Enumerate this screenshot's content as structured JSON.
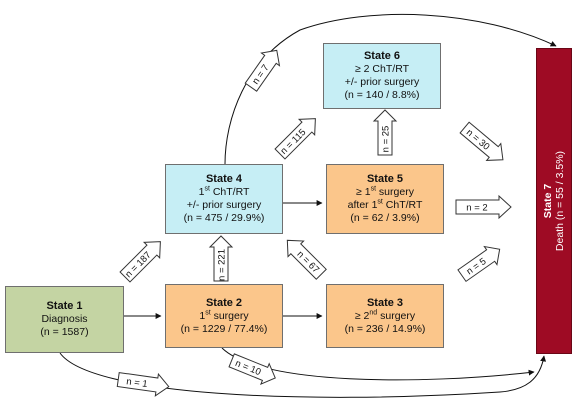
{
  "states": {
    "s1": {
      "title": "State 1",
      "line1": "Diagnosis",
      "line2": "(n = 1587)"
    },
    "s2": {
      "title": "State 2",
      "line1_pre": "1",
      "line1_sup": "st",
      "line1_post": " surgery",
      "line2": "(n = 1229 / 77.4%)"
    },
    "s3": {
      "title": "State 3",
      "line1_pre": "≥ 2",
      "line1_sup": "nd",
      "line1_post": " surgery",
      "line2": "(n = 236 / 14.9%)"
    },
    "s4": {
      "title": "State 4",
      "line1_pre": "1",
      "line1_sup": "st",
      "line1_post": " ChT/RT",
      "line2": "+/- prior surgery",
      "line3": "(n = 475 / 29.9%)"
    },
    "s5": {
      "title": "State 5",
      "line1_pre": "≥ 1",
      "line1_sup": "st",
      "line1_post": " surgery",
      "line2_pre": "after 1",
      "line2_sup": "st",
      "line2_post": " ChT/RT",
      "line3": "(n = 62 / 3.9%)"
    },
    "s6": {
      "title": "State 6",
      "line1": "≥ 2 ChT/RT",
      "line2": "+/- prior surgery",
      "line3": "(n = 140 / 8.8%)"
    },
    "s7": {
      "title": "State 7",
      "line1": "Death (n = 55 / 3.5%)"
    }
  },
  "transitions": {
    "t1_4": "n = 187",
    "t2_4": "n = 221",
    "t5_4": "n = 67",
    "t4_6": "n = 115",
    "t5_6": "n = 25",
    "t4_7": "n = 7",
    "t6_7": "n = 30",
    "t5_7": "n = 2",
    "t3_7": "n = 5",
    "t2_7": "n = 10",
    "t1_7": "n = 1"
  },
  "colors": {
    "state_green": "#c4d4a3",
    "state_orange": "#fbc68b",
    "state_blue": "#c6eef5",
    "death_red": "#9e0b24"
  }
}
